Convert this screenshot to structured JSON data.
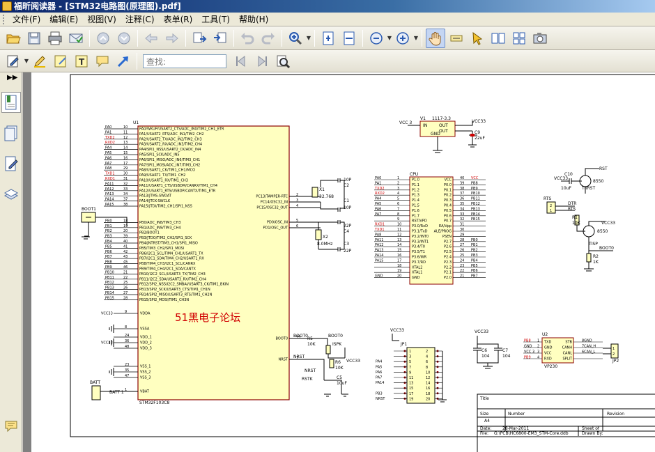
{
  "window": {
    "title": "福昕阅读器 - [STM32电路图(原理图).pdf]"
  },
  "menu": [
    {
      "label": "文件(F)"
    },
    {
      "label": "编辑(E)"
    },
    {
      "label": "视图(V)"
    },
    {
      "label": "注释(C)"
    },
    {
      "label": "表单(R)"
    },
    {
      "label": "工具(T)"
    },
    {
      "label": "帮助(H)"
    }
  ],
  "toolbar": {
    "icons": [
      "open-folder-icon",
      "save-icon",
      "print-icon",
      "email-icon",
      "page-up-icon",
      "page-down-icon",
      "previous-view-icon",
      "next-view-icon",
      "extract-page-icon",
      "insert-page-icon",
      "undo-icon",
      "redo-icon",
      "zoom-in-icon",
      "fit-page-icon",
      "fit-width-icon",
      "zoom-out-icon",
      "zoom-in-small-icon",
      "hand-tool-icon",
      "text-select-icon",
      "select-arrow-icon",
      "two-page-icon",
      "continuous-icon",
      "snapshot-icon"
    ],
    "search_placeholder": "查找:"
  },
  "toolbar2": {
    "icons": [
      "typewriter-icon",
      "highlight-icon",
      "note-icon",
      "textbox-icon",
      "comment-icon",
      "arrow-tool-icon",
      "search-prev-icon",
      "search-next-icon",
      "advanced-search-icon"
    ]
  },
  "sidebar": {
    "icons": [
      "bookmarks-icon",
      "pages-icon",
      "annotations-icon",
      "layers-icon",
      "attachments-icon"
    ]
  },
  "schematic": {
    "mcu_name": "U1",
    "mcu_part": "STM32F103C8",
    "watermark": "51黑电子论坛",
    "mcu_left_pins": [
      {
        "net": "PA0",
        "num": "10",
        "func": "PA0/WKUP/USART2_CTS/ADC_IN0/TIM2_CH1_ETR"
      },
      {
        "net": "PA1",
        "num": "11",
        "func": "PA1/USART2_RTS/ADC_IN1/TIM2_CH2"
      },
      {
        "net": "TXD2",
        "num": "12",
        "func": "PA2/USART2_TX/ADC_IN2/TIM2_CH3"
      },
      {
        "net": "RXD2",
        "num": "13",
        "func": "PA3/USART2_RX/ADC_IN3/TIM2_CH4"
      },
      {
        "net": "PA4",
        "num": "14",
        "func": "PA4/SPI1_NSS/USART2_CK/ADC_IN4"
      },
      {
        "net": "PA5",
        "num": "15",
        "func": "PA5/SPI1_SCK/ADC_IN5"
      },
      {
        "net": "PA6",
        "num": "16",
        "func": "PA6/SPI1_MISO/ADC_IN6/TIM3_CH1"
      },
      {
        "net": "PA7",
        "num": "17",
        "func": "PA7/SPI1_MOSI/ADC_IN7/TIM3_CH2"
      },
      {
        "net": "PA8",
        "num": "29",
        "func": "PA8/USART1_CK/TIM1_CH1/MCO"
      },
      {
        "net": "TXD1",
        "num": "30",
        "func": "PA9/USART1_TX/TIM1_CH2"
      },
      {
        "net": "RXD1",
        "num": "31",
        "func": "PA10/USART1_RX/TIM1_CH3"
      },
      {
        "net": "PA11",
        "num": "32",
        "func": "PA11/USART1_CTS/USBDM/CANRX/TIM1_CH4"
      },
      {
        "net": "PA12",
        "num": "33",
        "func": "PA12/USART1_RTS/USBDP/CANTX/TIM1_ETR"
      },
      {
        "net": "PA13",
        "num": "34",
        "func": "PA13/JTMS-SWDAT"
      },
      {
        "net": "PA14",
        "num": "37",
        "func": "PA14/JTCK-SWCLK"
      },
      {
        "net": "PA15",
        "num": "38",
        "func": "PA15/JTDI/TIM2_CH1/SPI1_NSS"
      },
      {
        "net": "PB0",
        "num": "18",
        "func": "PB0/ADC_IN8/TIM3_CH3"
      },
      {
        "net": "PB1",
        "num": "19",
        "func": "PB1/ADC_IN9/TIM3_CH4"
      },
      {
        "net": "PB2",
        "num": "20",
        "func": "PB2/BOOT1"
      },
      {
        "net": "PB3",
        "num": "39",
        "func": "PB3/JTDO/TIM2_CH2/SPI1_SCK"
      },
      {
        "net": "PB4",
        "num": "40",
        "func": "PB4/JNTRST/TIM3_CH1/SPI1_MISO"
      },
      {
        "net": "PB5",
        "num": "41",
        "func": "PB5/TIM3_CH2/SPI1_MOSI"
      },
      {
        "net": "PB6",
        "num": "42",
        "func": "PB6/I2C1_SCL/TIM4_CH1/USART1_TX"
      },
      {
        "net": "PB7",
        "num": "43",
        "func": "PB7/I2C1_SDA/TIM4_CH2/USART1_RX"
      },
      {
        "net": "PB8",
        "num": "45",
        "func": "PB8/TIM4_CH3/I2C1_SCL/CANRX"
      },
      {
        "net": "PB9",
        "num": "46",
        "func": "PB9/TIM4_CH4/I2C1_SDA/CANTX"
      },
      {
        "net": "PB10",
        "num": "21",
        "func": "PB10/I2C2_SCL/USART3_TX/TIM2_CH3"
      },
      {
        "net": "PB11",
        "num": "22",
        "func": "PB11/I2C2_SDA/USART3_RX/TIM2_CH4"
      },
      {
        "net": "PB12",
        "num": "25",
        "func": "PB12/SPI2_NSS/I2C2_SMBAl/USART3_CK/TIM1_BKIN"
      },
      {
        "net": "PB13",
        "num": "26",
        "func": "PB13/SPI2_SCK/USART3_CTS/TIM1_CH1N"
      },
      {
        "net": "PB14",
        "num": "27",
        "func": "PB14/SPI2_MISO/USART3_RTS/TIM1_CH2N"
      },
      {
        "net": "PB15",
        "num": "28",
        "func": "PB15/SPI2_MOSI/TIM1_CH3N"
      }
    ],
    "mcu_right_pins": [
      {
        "num": "2",
        "func": "PC13/TAMPER-RTC"
      },
      {
        "num": "3",
        "func": "PC14/OSC32_IN"
      },
      {
        "num": "4",
        "func": "PC15/OSC32_OUT"
      },
      {
        "num": "5",
        "func": "PD0/OSC_IN"
      },
      {
        "num": "6",
        "func": "PD1/OSC_OUT"
      },
      {
        "num": "44",
        "func": "BOOT0"
      },
      {
        "num": "7",
        "func": "NRST"
      }
    ],
    "power_pins": [
      {
        "num": "9",
        "func": "VDDA",
        "net": "VCC33"
      },
      {
        "num": "8",
        "func": "VSSA",
        "net": ""
      },
      {
        "num": "24",
        "func": "VDD_1",
        "net": ""
      },
      {
        "num": "36",
        "func": "VDD_2",
        "net": "VCC33"
      },
      {
        "num": "48",
        "func": "VDD_3",
        "net": ""
      },
      {
        "num": "23",
        "func": "VSS_1",
        "net": ""
      },
      {
        "num": "35",
        "func": "VSS_2",
        "net": ""
      },
      {
        "num": "47",
        "func": "VSS_3",
        "net": ""
      },
      {
        "num": "1",
        "func": "VBAT",
        "net": ""
      }
    ],
    "labels": {
      "boot1": "BOOT1",
      "batt": "BATT",
      "batt_pin": "BATT  1",
      "x1": "X1",
      "x1_freq": "32.768",
      "x2": "X2",
      "x2_freq": "8.0MHz",
      "c10p_a": "10P",
      "c10p_b": "10P",
      "c22p_a": "22P",
      "c22p_b": "22P",
      "c1": "C1",
      "c2": "C2",
      "c3": "C3",
      "c4": "C4",
      "r5": "R5",
      "r5_val": "10K",
      "r6": "R6",
      "r6_val": "10K",
      "c5": "C5",
      "c5_val": "10uF",
      "ispk": "ISPK",
      "rstk": "RSTK",
      "nrst": "NRST",
      "boot0": "BOOT0",
      "vcc33": "VCC33",
      "v1": "V1",
      "v1_part": "1117-3.3",
      "v1_in": "IN",
      "v1_out1": "OUT",
      "v1_out2": "OUT",
      "v1_gnd": "GND",
      "vcc3": "VCC 3",
      "c9": "C9",
      "c9_val": "22uF",
      "cpu": "CPU",
      "jp1": "JP1",
      "jp2": "JP2",
      "u2": "U2",
      "u2_part": "VP230",
      "c6": "C6",
      "c6_val": "104",
      "c7": "C7",
      "c7_val": "104",
      "rts": "RTS",
      "dtr": "DTR",
      "rst": "RST",
      "tisp": "TISP",
      "t8550_a": "8550",
      "t8550_b": "8550",
      "trst": "TnRST",
      "c10": "C10",
      "c10_val": "10uF",
      "r1": "R1",
      "r1_val": "10K",
      "r2": "R2",
      "r2_val": "1K",
      "vcc": "VCC",
      "gnd": "GND"
    },
    "cpu_left": [
      {
        "net": "PA0",
        "num": "1",
        "func": "P1.0"
      },
      {
        "net": "PA1",
        "num": "2",
        "func": "P1.1"
      },
      {
        "net": "TXD2",
        "num": "3",
        "func": "P1.2"
      },
      {
        "net": "RXD2",
        "num": "4",
        "func": "P1.3"
      },
      {
        "net": "PA4",
        "num": "5",
        "func": "P1.4"
      },
      {
        "net": "PA5",
        "num": "6",
        "func": "P1.5"
      },
      {
        "net": "PA6",
        "num": "7",
        "func": "P1.6"
      },
      {
        "net": "PA7",
        "num": "8",
        "func": "P1.7"
      },
      {
        "net": "",
        "num": "9",
        "func": "RST/VPD"
      },
      {
        "net": "RXD1",
        "num": "10",
        "func": "P3.0/RxD"
      },
      {
        "net": "TXD1",
        "num": "11",
        "func": "P3.1/TxD"
      },
      {
        "net": "PA8",
        "num": "12",
        "func": "P3.2/INT0"
      },
      {
        "net": "PA11",
        "num": "13",
        "func": "P3.3/INT1"
      },
      {
        "net": "PA12",
        "num": "14",
        "func": "P3.4/T0"
      },
      {
        "net": "PA13",
        "num": "15",
        "func": "P3.5/T1"
      },
      {
        "net": "PA14",
        "num": "16",
        "func": "P3.6/WR"
      },
      {
        "net": "PA15",
        "num": "17",
        "func": "P3.7/RD"
      },
      {
        "net": "",
        "num": "18",
        "func": "XTAL2"
      },
      {
        "net": "",
        "num": "19",
        "func": "XTAL1"
      },
      {
        "net": "GND",
        "num": "20",
        "func": "GND"
      }
    ],
    "cpu_right": [
      {
        "net": "VCC",
        "num": "40",
        "func": "VCC"
      },
      {
        "net": "PB8",
        "num": "39",
        "func": "P0.0"
      },
      {
        "net": "PB9",
        "num": "38",
        "func": "P0.1"
      },
      {
        "net": "PB10",
        "num": "37",
        "func": "P0.2"
      },
      {
        "net": "PB11",
        "num": "36",
        "func": "P0.3"
      },
      {
        "net": "PB12",
        "num": "35",
        "func": "P0.4"
      },
      {
        "net": "PB13",
        "num": "34",
        "func": "P0.5"
      },
      {
        "net": "PB14",
        "num": "33",
        "func": "P0.6"
      },
      {
        "net": "PB15",
        "num": "32",
        "func": "P0.7"
      },
      {
        "net": "",
        "num": "31",
        "func": "EA/Vpp"
      },
      {
        "net": "",
        "num": "30",
        "func": "ALE/PROG"
      },
      {
        "net": "",
        "num": "29",
        "func": "PSEN"
      },
      {
        "net": "PB0",
        "num": "28",
        "func": "P2.7"
      },
      {
        "net": "PB1",
        "num": "27",
        "func": "P2.6"
      },
      {
        "net": "PB2",
        "num": "26",
        "func": "P2.5"
      },
      {
        "net": "PB3",
        "num": "25",
        "func": "P2.4"
      },
      {
        "net": "PB4",
        "num": "24",
        "func": "P2.3"
      },
      {
        "net": "PB5",
        "num": "23",
        "func": "P2.2"
      },
      {
        "net": "PB6",
        "num": "22",
        "func": "P2.1"
      },
      {
        "net": "PB7",
        "num": "21",
        "func": "P2.0"
      }
    ],
    "jp1_nets": [
      "",
      "",
      "PA4",
      "PA5",
      "PA6",
      "PA7",
      "PA14",
      "",
      "PB3",
      "NRST"
    ],
    "u2_pins": [
      {
        "net": "PB8",
        "num": "1",
        "func": "TXD"
      },
      {
        "net": "GND",
        "num": "2",
        "func": "GND"
      },
      {
        "net": "VCC 3",
        "num": "3",
        "func": "VCC"
      },
      {
        "net": "PB9",
        "num": "4",
        "func": "RXD"
      }
    ],
    "u2_right": [
      {
        "func": "STB",
        "num": "8",
        "net": "8GND"
      },
      {
        "func": "CANH",
        "num": "7",
        "net": "7CAN_H"
      },
      {
        "func": "CANL",
        "num": "6",
        "net": "6CAN_L"
      },
      {
        "func": "SPLIT",
        "num": "5",
        "net": ""
      }
    ],
    "titleblock": {
      "title": "Title",
      "size": "Size",
      "size_val": "A4",
      "number": "Number",
      "revision": "Revision",
      "date_label": "Date:",
      "date": "28-Mar-2011",
      "sheet": "Sheet   of",
      "file_label": "File:",
      "file": "G:\\PCB\\HC6800-EM3_STM-Core.ddb",
      "drawn": "Drawn By:"
    }
  }
}
